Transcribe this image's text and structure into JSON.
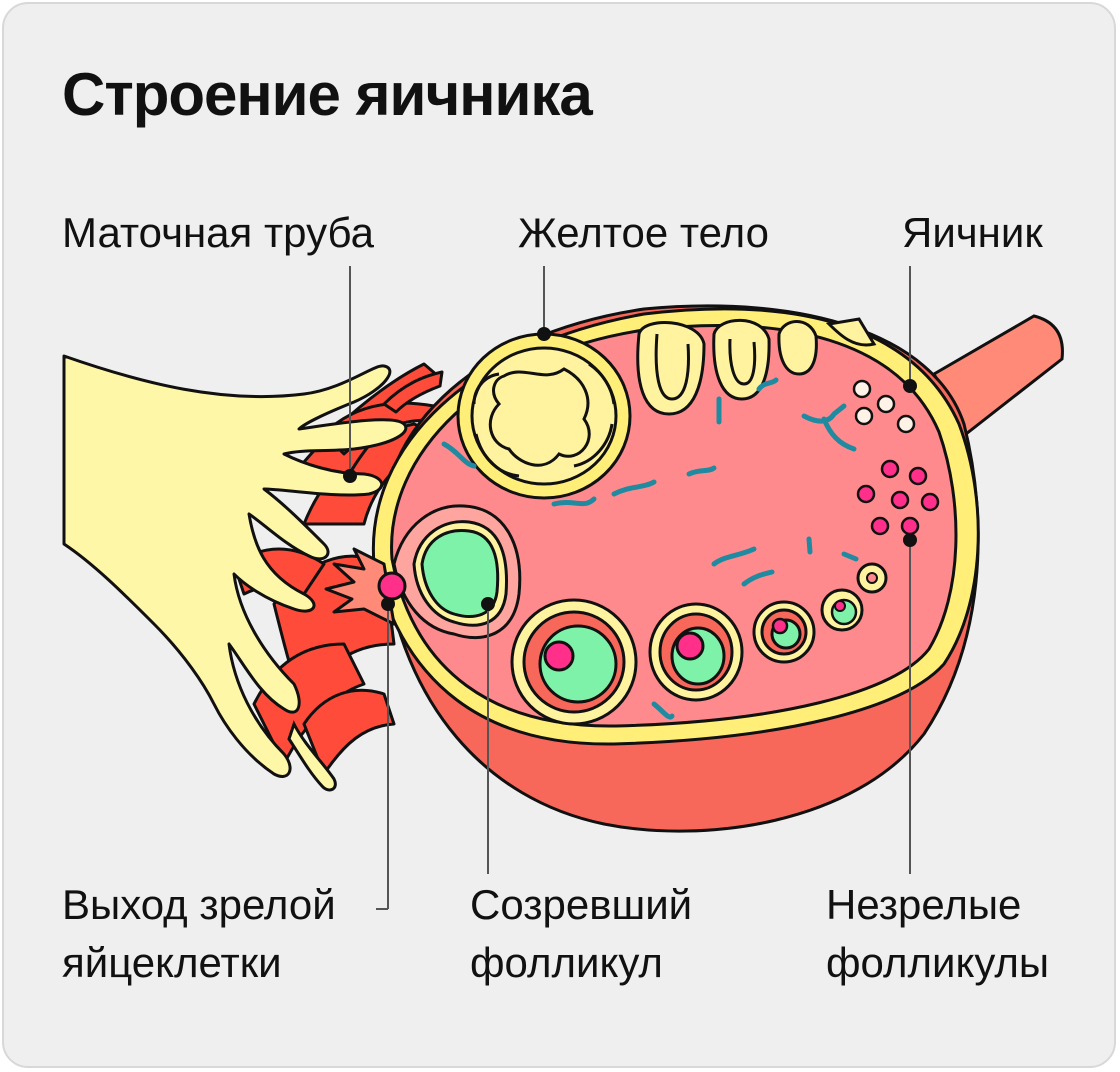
{
  "title": "Строение яичника",
  "labels": {
    "fallopian_tube": "Маточная труба",
    "corpus_luteum": "Желтое тело",
    "ovary": "Яичник",
    "ovulation": [
      "Выход зрелой",
      "яйцеклетки"
    ],
    "mature_follicle": [
      "Созревший",
      "фолликул"
    ],
    "immature_follicles": [
      "Незрелые",
      "фолликулы"
    ]
  },
  "colors": {
    "background": "#efefef",
    "outline": "#111111",
    "tube_fimbriae": "#fff7a8",
    "ovary_outer": "#f8685a",
    "ovary_inner": "#ff8a8e",
    "capsule": "#ffee77",
    "corpus_luteum": "#fff3a0",
    "follicle_fluid": "#7ef2a8",
    "oocyte": "#ff2f8a",
    "vessels": "#1f8aa0"
  }
}
